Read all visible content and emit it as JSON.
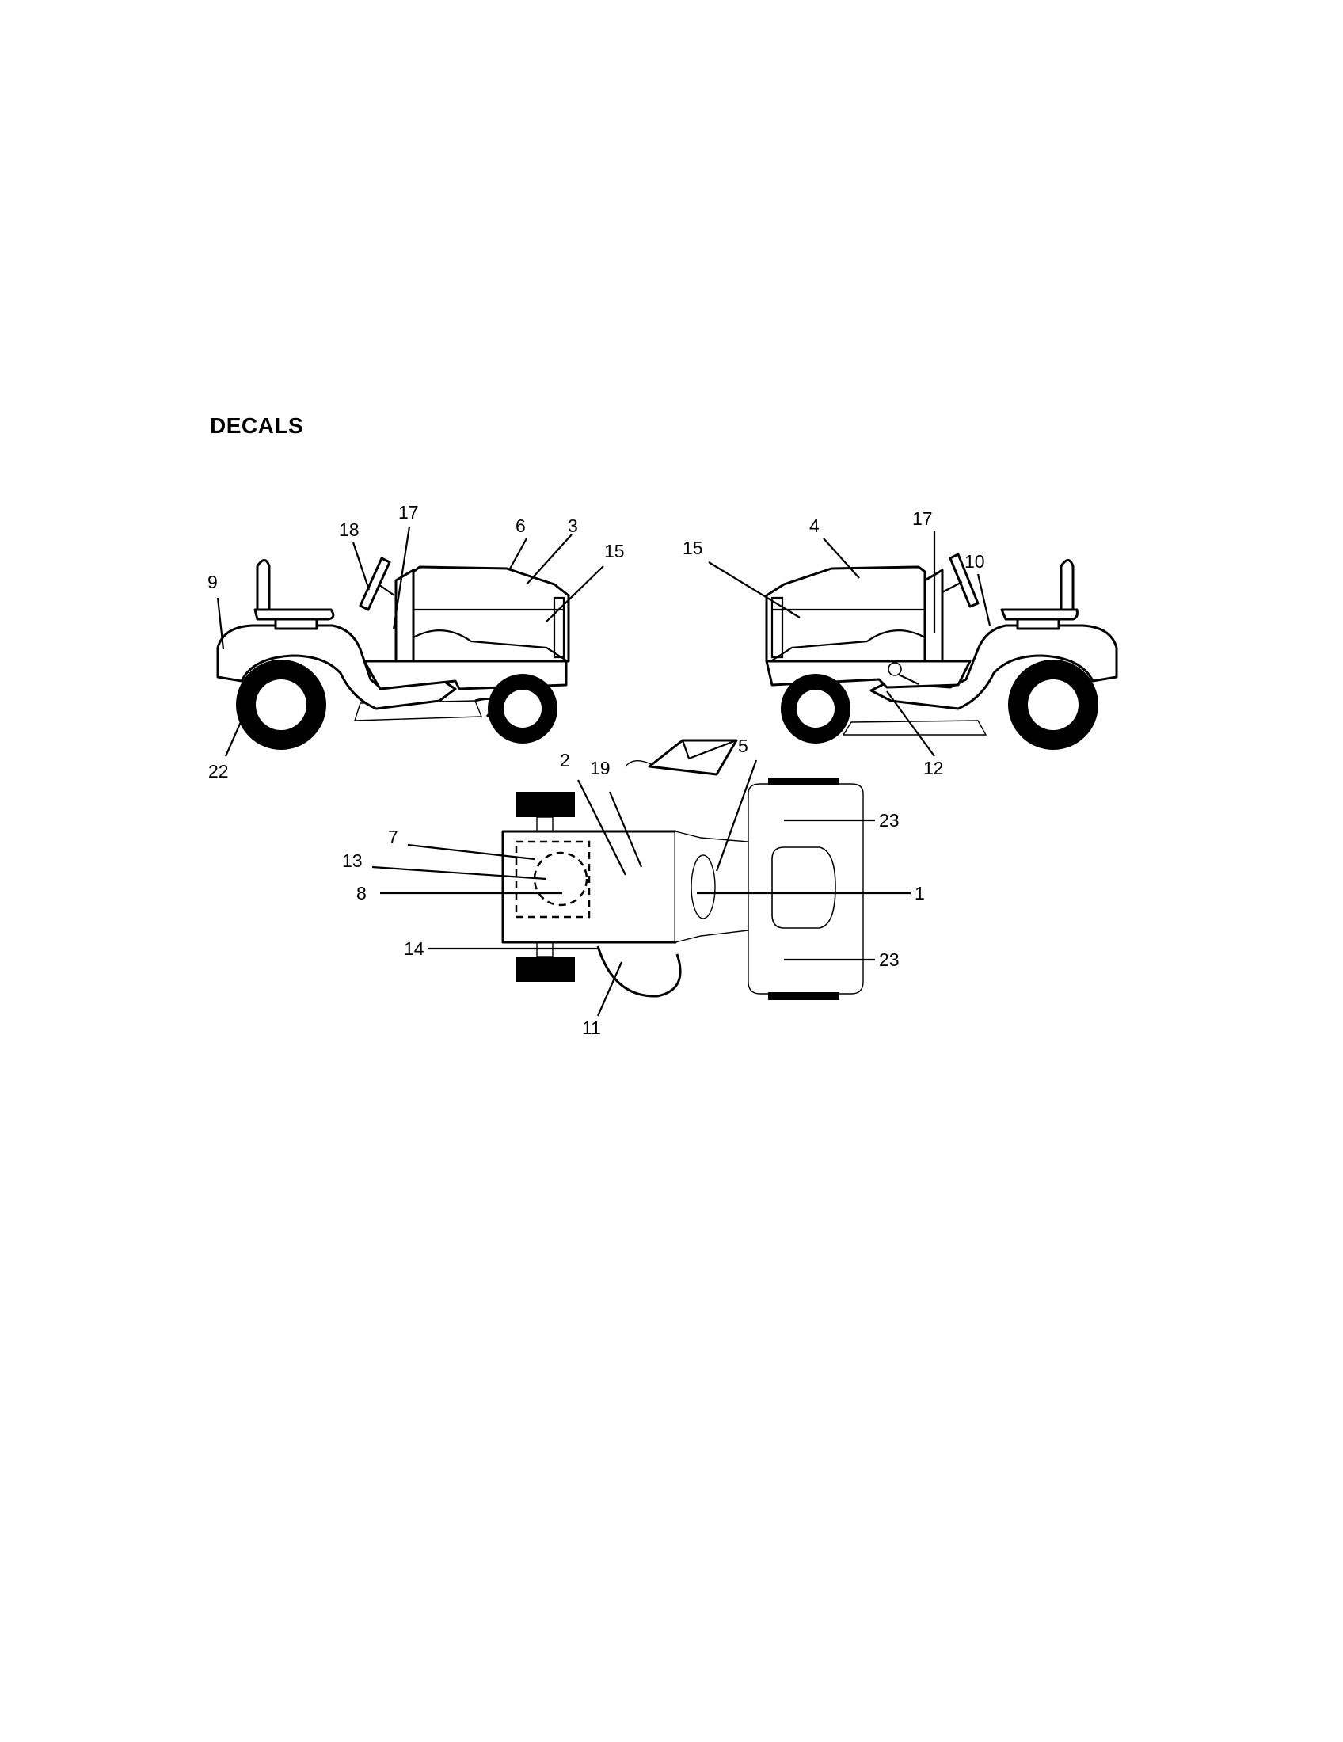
{
  "title": "DECALS",
  "callouts": {
    "c1": "1",
    "c2": "2",
    "c3": "3",
    "c4": "4",
    "c5": "5",
    "c6": "6",
    "c7": "7",
    "c8": "8",
    "c9": "9",
    "c10": "10",
    "c11": "11",
    "c12": "12",
    "c13": "13",
    "c14": "14",
    "c15_left": "15",
    "c15_right": "15",
    "c17_left": "17",
    "c17_right": "17",
    "c18": "18",
    "c19": "19",
    "c22": "22",
    "c23_top": "23",
    "c23_bottom": "23"
  },
  "colors": {
    "ink": "#000000",
    "paper": "#ffffff"
  }
}
